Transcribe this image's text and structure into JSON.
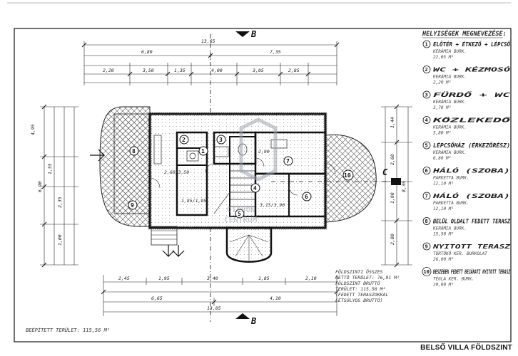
{
  "caption": "BELSŐ VILLA FÖLDSZINT",
  "watermark": {
    "line1": "OTTHON",
    "line2": "CENTRUM",
    "color": "#9aa3ad"
  },
  "section_marks": {
    "top": "B",
    "bottom": "B",
    "side": "C"
  },
  "legend": {
    "title": "HELYISÉGEK MEGNEVEZÉSE:",
    "items": [
      {
        "num": "1",
        "name": "ELŐTÉR + ÉTKEZŐ + LÉPCSŐ",
        "sub1": "KERÁMIA BURK.",
        "sub2": "22,05 M²"
      },
      {
        "num": "2",
        "name": "WC + KÉZMOSÓ",
        "sub1": "KERÁMIA BURK.",
        "sub2": "2,20 M²"
      },
      {
        "num": "3",
        "name": "FÜRDŐ + WC",
        "sub1": "KERÁMIA BURK.",
        "sub2": "3,70 M²"
      },
      {
        "num": "4",
        "name": "KÖZLEKEDŐ",
        "sub1": "KERÁMIA BURK.",
        "sub2": "5,80 M²"
      },
      {
        "num": "5",
        "name": "LÉPCSŐHÁZ (ÉRKEZŐRÉSZ)",
        "sub1": "KERÁMIA BURK.",
        "sub2": "6,80 M²"
      },
      {
        "num": "6",
        "name": "HÁLÓ (SZOBA)",
        "sub1": "PARKETTA BURK.",
        "sub2": "12,10 M²"
      },
      {
        "num": "7",
        "name": "HÁLÓ (SZOBA)",
        "sub1": "PARKETTA BURK.",
        "sub2": "12,10 M²"
      },
      {
        "num": "8",
        "name": "BELÜL OLDALT FEDETT TERASZ",
        "sub1": "KERÁMIA BURK.",
        "sub2": "15,50 M²"
      },
      {
        "num": "9",
        "name": "NYITOTT TERASZ",
        "sub1": "TÜRTŐKŐ KER. BURKOLAT",
        "sub2": "26,00 M²"
      },
      {
        "num": "10",
        "name": "BESZEBEN FEDETT BEJÁRATI NYITOTT TERASZ",
        "sub1": "TÉGLA KER. BURK.",
        "sub2": "20,00 M²"
      }
    ]
  },
  "area_note": {
    "line1": "FÖLDSZINTI ÖSSZES",
    "line2": "NETTÓ TERÜLET: 76,91 M²",
    "line3": "FÖLDSZINT BRUTTÓ",
    "line4": "TERÜLET: 115,56 M²",
    "line5": "(FEDETT TERASZOKKAL",
    "line6": "LÉTSÚLYOS BRUTTÓ)"
  },
  "built_area": "BEÉPÍTETT TERÜLET: 115,56 M²",
  "dims": {
    "total_top": "13,65",
    "left_span": "6,80",
    "right_span": "7,35",
    "bottom_total": "13,85",
    "bottom_left": "6,65",
    "bottom_right": "4,10",
    "top_row": [
      "2,20",
      "3,50",
      "1,35",
      "4,00",
      "3,05",
      "2,85"
    ],
    "left_col": [
      "4,95",
      "1,55",
      "2,35",
      "1,00",
      "6,90"
    ],
    "right_col": [
      "1,44",
      "2,60",
      "1,90",
      "2,00",
      "8,35"
    ],
    "bottom_row": [
      "2,45",
      "1,95",
      "3,40",
      "1,85",
      "2,10"
    ],
    "room_dims": [
      "1,85/1,95",
      "2,60/3,50",
      "3,15/3,90",
      "2,90"
    ]
  },
  "room_markers": [
    "1",
    "2",
    "3",
    "4",
    "5",
    "6",
    "7",
    "8",
    "9",
    "10"
  ]
}
